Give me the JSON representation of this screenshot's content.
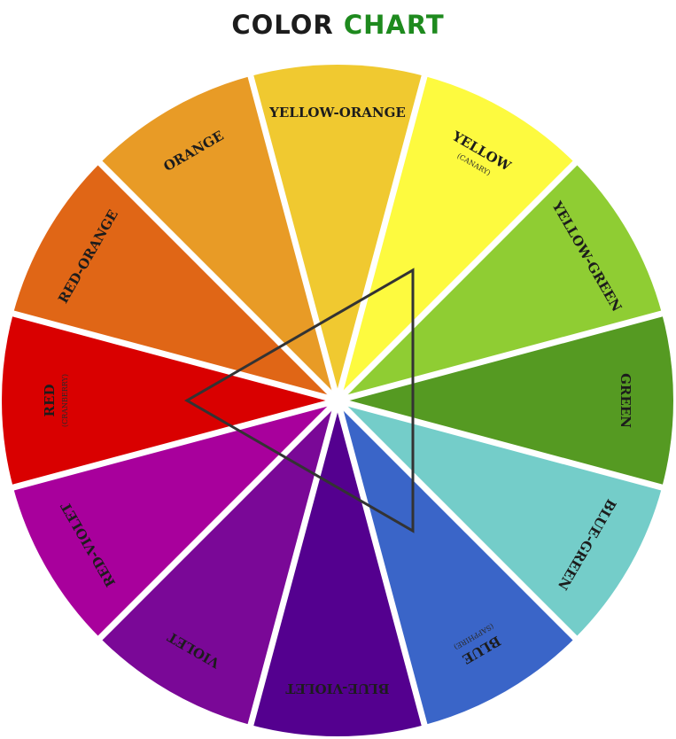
{
  "title": {
    "word1": "COLOR",
    "word2": "CHART",
    "color1": "#1c1c1c",
    "color2": "#1e8a1e"
  },
  "wheel": {
    "segments": [
      {
        "name": "YELLOW-ORANGE",
        "sub": "",
        "color": "#f0c930"
      },
      {
        "name": "YELLOW",
        "sub": "(CANARY)",
        "color": "#fdfa3f"
      },
      {
        "name": "YELLOW-GREEN",
        "sub": "",
        "color": "#8fcd33"
      },
      {
        "name": "GREEN",
        "sub": "",
        "color": "#559a22"
      },
      {
        "name": "BLUE-GREEN",
        "sub": "",
        "color": "#74cdc9"
      },
      {
        "name": "BLUE",
        "sub": "(SAPPHIRE)",
        "color": "#3a65c8"
      },
      {
        "name": "BLUE-VIOLET",
        "sub": "",
        "color": "#54008f"
      },
      {
        "name": "VIOLET",
        "sub": "",
        "color": "#7a0897"
      },
      {
        "name": "RED-VIOLET",
        "sub": "",
        "color": "#a8009c"
      },
      {
        "name": "RED",
        "sub": "(CRANBERRY)",
        "color": "#d90000"
      },
      {
        "name": "RED-ORANGE",
        "sub": "",
        "color": "#e06616"
      },
      {
        "name": "ORANGE",
        "sub": "",
        "color": "#e89b26"
      }
    ],
    "divider_color": "#ffffff",
    "triangle_color": "#333333",
    "triangle_vertices": [
      "YELLOW",
      "BLUE",
      "RED"
    ]
  }
}
